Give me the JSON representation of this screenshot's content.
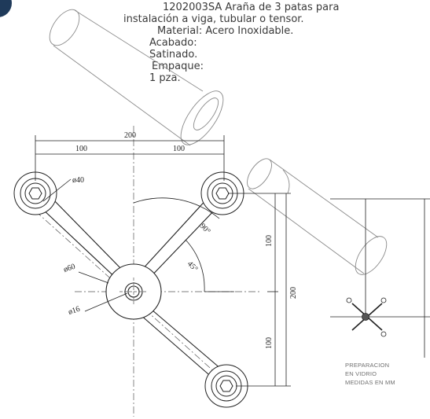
{
  "product": {
    "title_line1": "1202003SA Araña de 3 patas para",
    "title_line2": "instalación a viga, tubular o tensor.",
    "material": "Material: Acero Inoxidable.",
    "finish_label": "Acabado:",
    "finish_value": "Satinado.",
    "packing_label": "Empaque:",
    "packing_value": "1 pza."
  },
  "drawing": {
    "dim_total_width": "200",
    "dim_half_left": "100",
    "dim_half_right": "100",
    "dim_arm_diameter": "ø40",
    "dim_hub_diameter": "ø60",
    "dim_bore_diameter": "ø16",
    "angle_90": "90°",
    "angle_45": "45°",
    "dim_upper_vertical": "100",
    "dim_lower_vertical": "100",
    "dim_total_height": "200"
  },
  "inset": {
    "caption_line1": "PREPARACION",
    "caption_line2": "EN VIDRIO",
    "caption_line3": "MEDIDAS EN MM"
  },
  "colors": {
    "line": "#222222",
    "faint": "#8a8a8a",
    "text": "#3a3a3a",
    "badge": "#1f3a5a"
  }
}
